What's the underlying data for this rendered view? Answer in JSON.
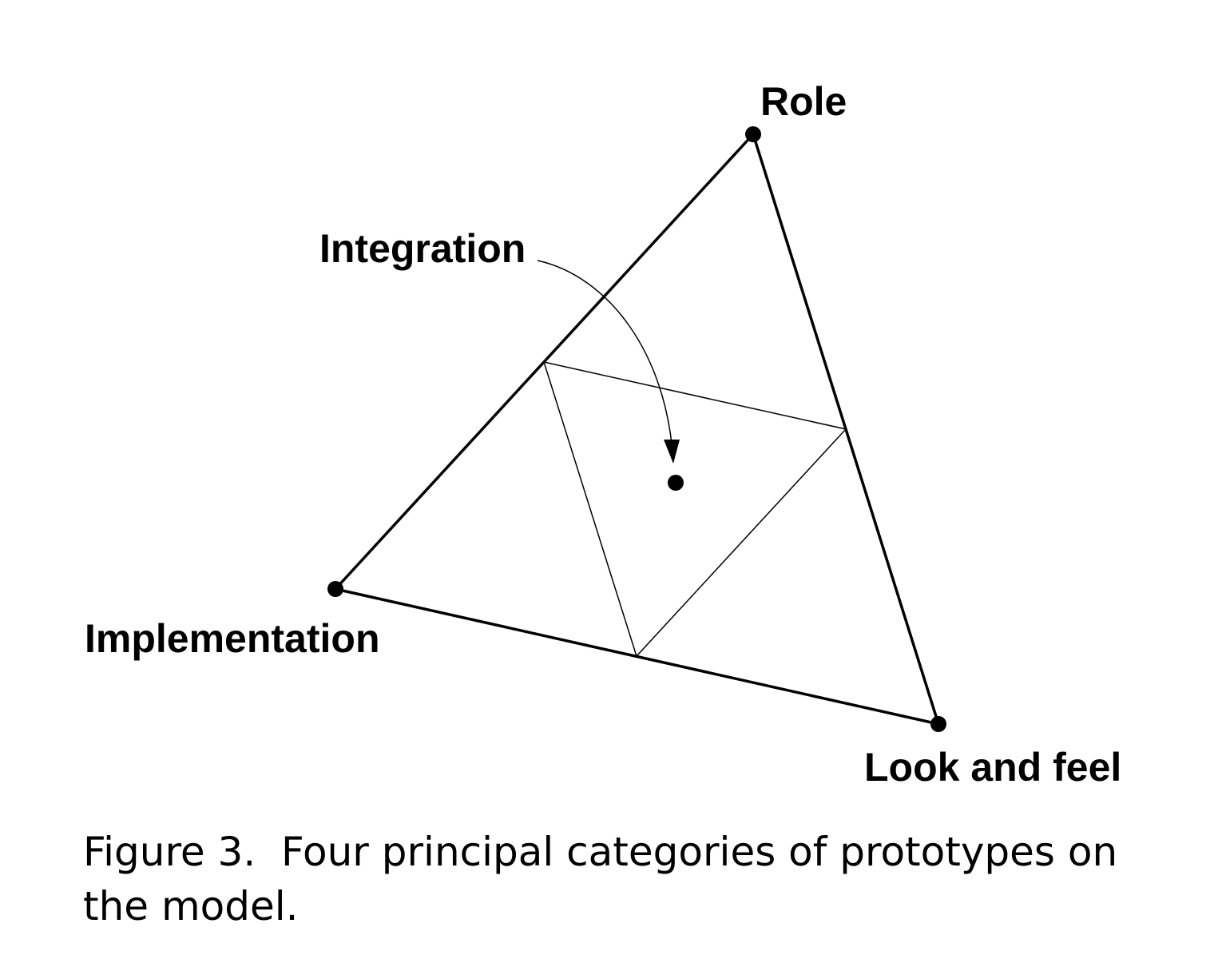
{
  "diagram": {
    "labels": {
      "role": "Role",
      "integration": "Integration",
      "implementation": "Implementation",
      "look_and_feel": "Look and feel"
    },
    "colors": {
      "stroke": "#000000",
      "background": "#ffffff"
    }
  },
  "caption": {
    "text": "Figure 3.  Four principal categories of prototypes on the model."
  }
}
